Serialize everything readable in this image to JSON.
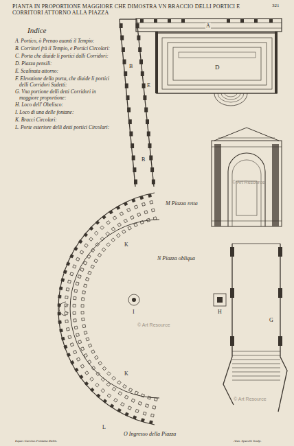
{
  "diagram": {
    "title": "PIANTA IN PROPORTIONE MAGGIORE CHE DIMOSTRA VN BRACCIO DELLI PORTICI E CORRITORI ATTORNO ALLA PIAZZA",
    "labels": [
      "321",
      "Indice",
      "A. Portico, ò Prenao auanti il Tempio:",
      "B. Corritori frà il Tempio, e Portici Circolari:",
      "C. Porta che diuide li portici dalli Corridori:",
      "D. Piazza pensili:",
      "E. Scalinata attorno:",
      "F. Elevatione della porta, che diuide li portici delli Corridori Sudetti:",
      "G. Vna portione delli detti Corridori in maggiore proportione:",
      "H. Loco dell' Obelisco:",
      "I. Loco di una delle fontane:",
      "K. Bracci Circolari:",
      "L. Porte esteriore delli detti portici Circolari:",
      "A",
      "B",
      "B",
      "D",
      "E",
      "M Piazza retta",
      "N Piazza obliqua",
      "K",
      "K",
      "I",
      "H",
      "G",
      "L",
      "O Ingresso della Piazza",
      "Eques Carolus Fontana Delin.",
      "Alex. Specchi Sculp.",
      "© Art Resource",
      "© Art Resource",
      "© Art Resource"
    ]
  }
}
